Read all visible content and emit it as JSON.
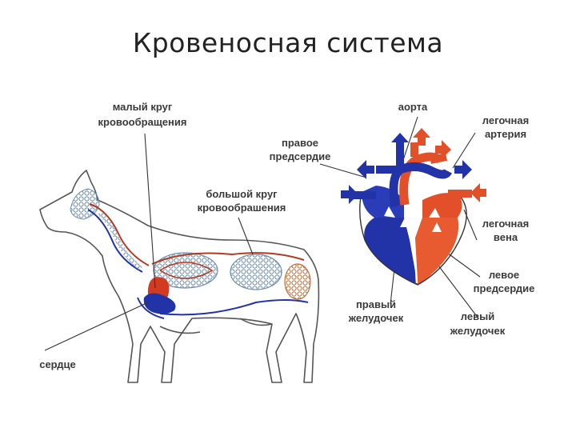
{
  "title": "Кровеносная система",
  "labels": {
    "small_circle": [
      "малый круг",
      "кровообращения"
    ],
    "big_circle": [
      "большой круг",
      "кровообрашения"
    ],
    "heart": "сердце",
    "aorta": "аорта",
    "right_atrium": [
      "правое",
      "предсердие"
    ],
    "pulmonary_artery": [
      "легочная",
      "артерия"
    ],
    "pulmonary_vein": [
      "легочная",
      "вена"
    ],
    "left_atrium": [
      "левое",
      "предсердие"
    ],
    "right_ventricle": [
      "правый",
      "желудочек"
    ],
    "left_ventricle": [
      "левый",
      "желудочек"
    ]
  },
  "colors": {
    "arterial": "#e2502a",
    "venous": "#2233a8",
    "outline": "#555555",
    "lung_tissue": "#6f8fb0",
    "organ_tissue": "#c0703a"
  }
}
